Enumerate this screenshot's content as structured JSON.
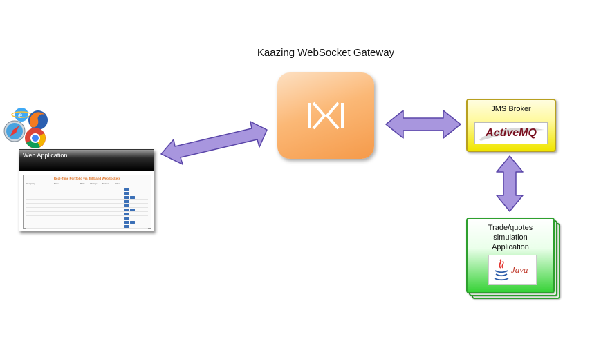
{
  "gateway": {
    "title": "Kaazing WebSocket Gateway"
  },
  "jms_broker": {
    "label": "JMS Broker",
    "logo_text": "ActiveMQ"
  },
  "trade_sim": {
    "label_lines": [
      "Trade/quotes",
      "simulation",
      "Application"
    ],
    "logo_text": "Java"
  },
  "web_app": {
    "title": "Web Application",
    "portfolio_title": "Real-Time Portfolio via JMS and WebSockets",
    "columns": [
      "Company",
      "Ticker",
      "Price",
      "Change",
      "Shares",
      "Value"
    ]
  },
  "colors": {
    "arrow_fill": "#a896de",
    "arrow_stroke": "#5a46a8",
    "gateway_orange": "#f59a4a",
    "jms_yellow": "#f0e600",
    "trade_green": "#36d236"
  },
  "icons": [
    "safari-icon",
    "firefox-icon",
    "chrome-icon",
    "internet-explorer-icon",
    "kaazing-logo-icon",
    "activemq-feather-icon",
    "java-cup-icon"
  ]
}
